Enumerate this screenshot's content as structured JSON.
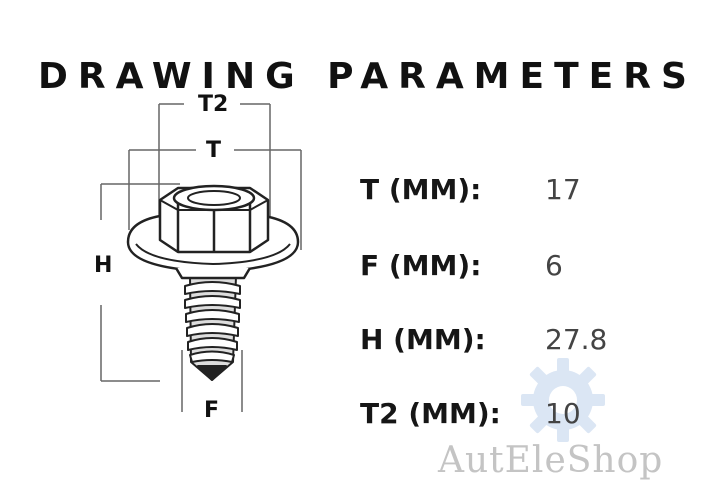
{
  "title": "DRAWING PARAMETERS",
  "dimension_labels": {
    "t2": "T2",
    "t": "T",
    "h": "H",
    "f": "F"
  },
  "parameters": [
    {
      "label": "T (MM):",
      "value": "17"
    },
    {
      "label": "F (MM):",
      "value": "6"
    },
    {
      "label": "H (MM):",
      "value": "27.8"
    },
    {
      "label": "T2 (MM):",
      "value": "10"
    }
  ],
  "watermark": {
    "text": "AutEleShop",
    "icon": "gear-cart-icon",
    "color": "#c4c4c4",
    "icon_color": "#dbe6f4"
  }
}
